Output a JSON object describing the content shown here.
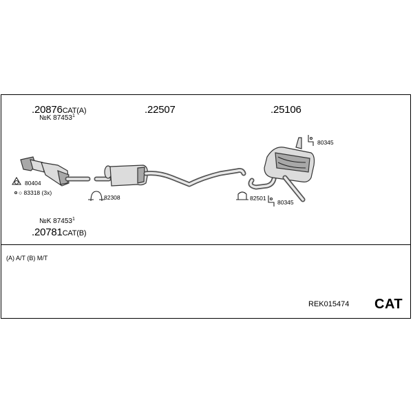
{
  "parts": {
    "front_cat_a": {
      "number": ".20876",
      "suffix": "CAT(A)"
    },
    "front_kit_top": {
      "prefix": "№",
      "number": "K 87453",
      "sup": "1"
    },
    "middle_pipe": {
      "number": ".22507"
    },
    "rear_silencer": {
      "number": ".25106"
    },
    "front_kit_bottom": {
      "prefix": "№",
      "number": "K 87453",
      "sup": "1"
    },
    "front_cat_b": {
      "number": ".20781",
      "suffix": "CAT(B)"
    }
  },
  "fittings": {
    "gasket_80404": "80404",
    "bolt_83318": "83318 (3x)",
    "bolt_prefix": "○",
    "clamp_82308": "82308",
    "hanger_80345_top": "80345",
    "clamp_82501": "82501",
    "hanger_80345_bottom": "80345"
  },
  "legend": "(A) A/T (B) M/T",
  "reference": "REK015474",
  "brand": "CAT"
}
